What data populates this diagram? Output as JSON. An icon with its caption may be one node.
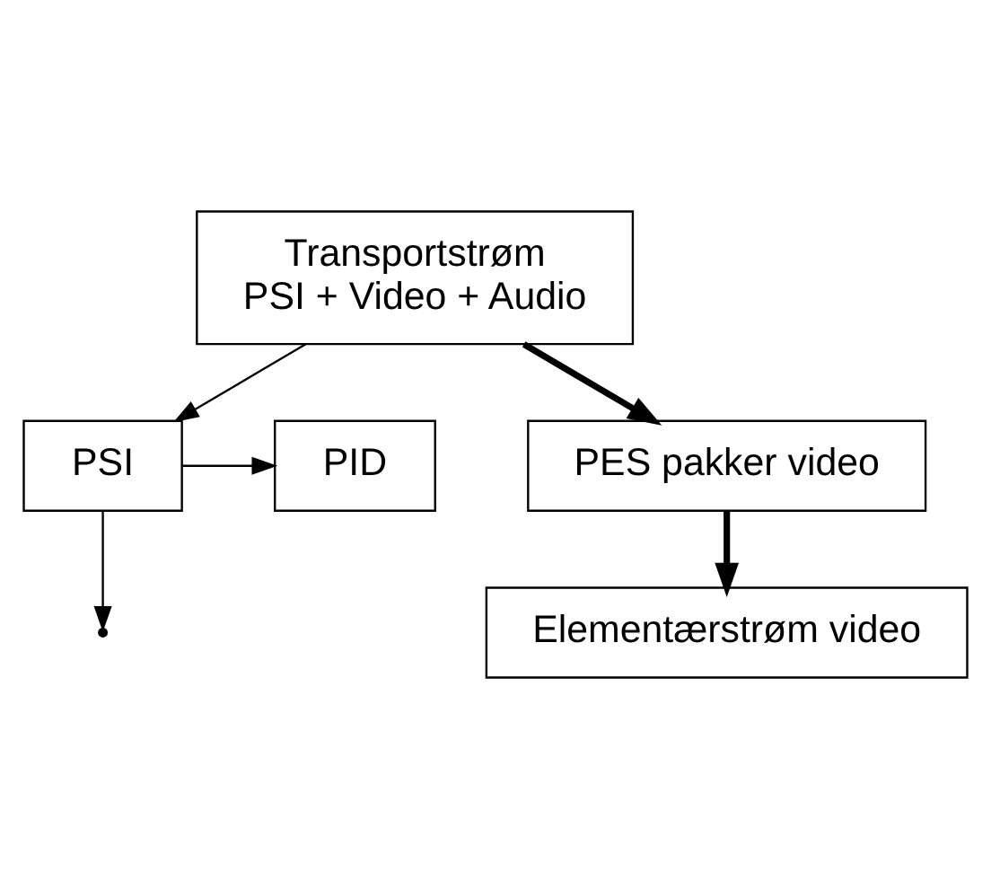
{
  "diagram": {
    "nodes": [
      {
        "text": [
          "Transportstrøm",
          "PSI + Video + Audio"
        ]
      },
      {
        "text": [
          "PSI"
        ]
      },
      {
        "text": [
          "PID"
        ]
      },
      {
        "text": [
          "PES pakker video"
        ]
      },
      {
        "text": [
          "Elementærstrøm video"
        ]
      }
    ],
    "edges": [
      {
        "from": 0,
        "to": 1,
        "arrow": "to"
      },
      {
        "from": 0,
        "to": 3,
        "arrow": "to",
        "style": "thick"
      },
      {
        "from": 1,
        "to": null,
        "arrow": "to"
      },
      {
        "from": 1,
        "to": 2,
        "arrow": "to"
      },
      {
        "from": 3,
        "to": 4,
        "arrow": "to",
        "style": "thick"
      }
    ]
  }
}
